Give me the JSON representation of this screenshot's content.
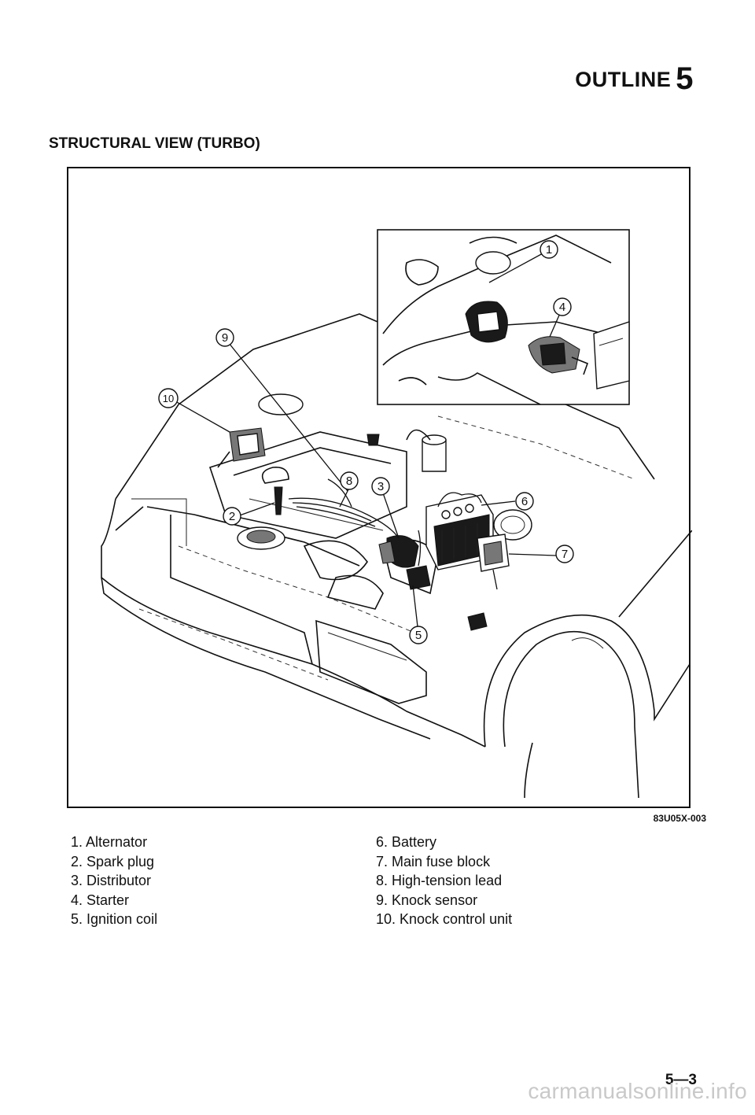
{
  "header": {
    "section_label": "OUTLINE",
    "section_number": "5"
  },
  "title": "STRUCTURAL VIEW (TURBO)",
  "figure": {
    "code": "83U05X-003",
    "callouts": [
      "1",
      "2",
      "3",
      "4",
      "5",
      "6",
      "7",
      "8",
      "9",
      "10"
    ]
  },
  "legend": {
    "left": [
      "1. Alternator",
      "2. Spark plug",
      "3. Distributor",
      "4. Starter",
      "5. Ignition coil"
    ],
    "right": [
      "6. Battery",
      "7. Main fuse block",
      "8. High-tension lead",
      "9. Knock sensor",
      "10. Knock control unit"
    ]
  },
  "page_number": "5—3",
  "watermark": "carmanualsonline.info"
}
